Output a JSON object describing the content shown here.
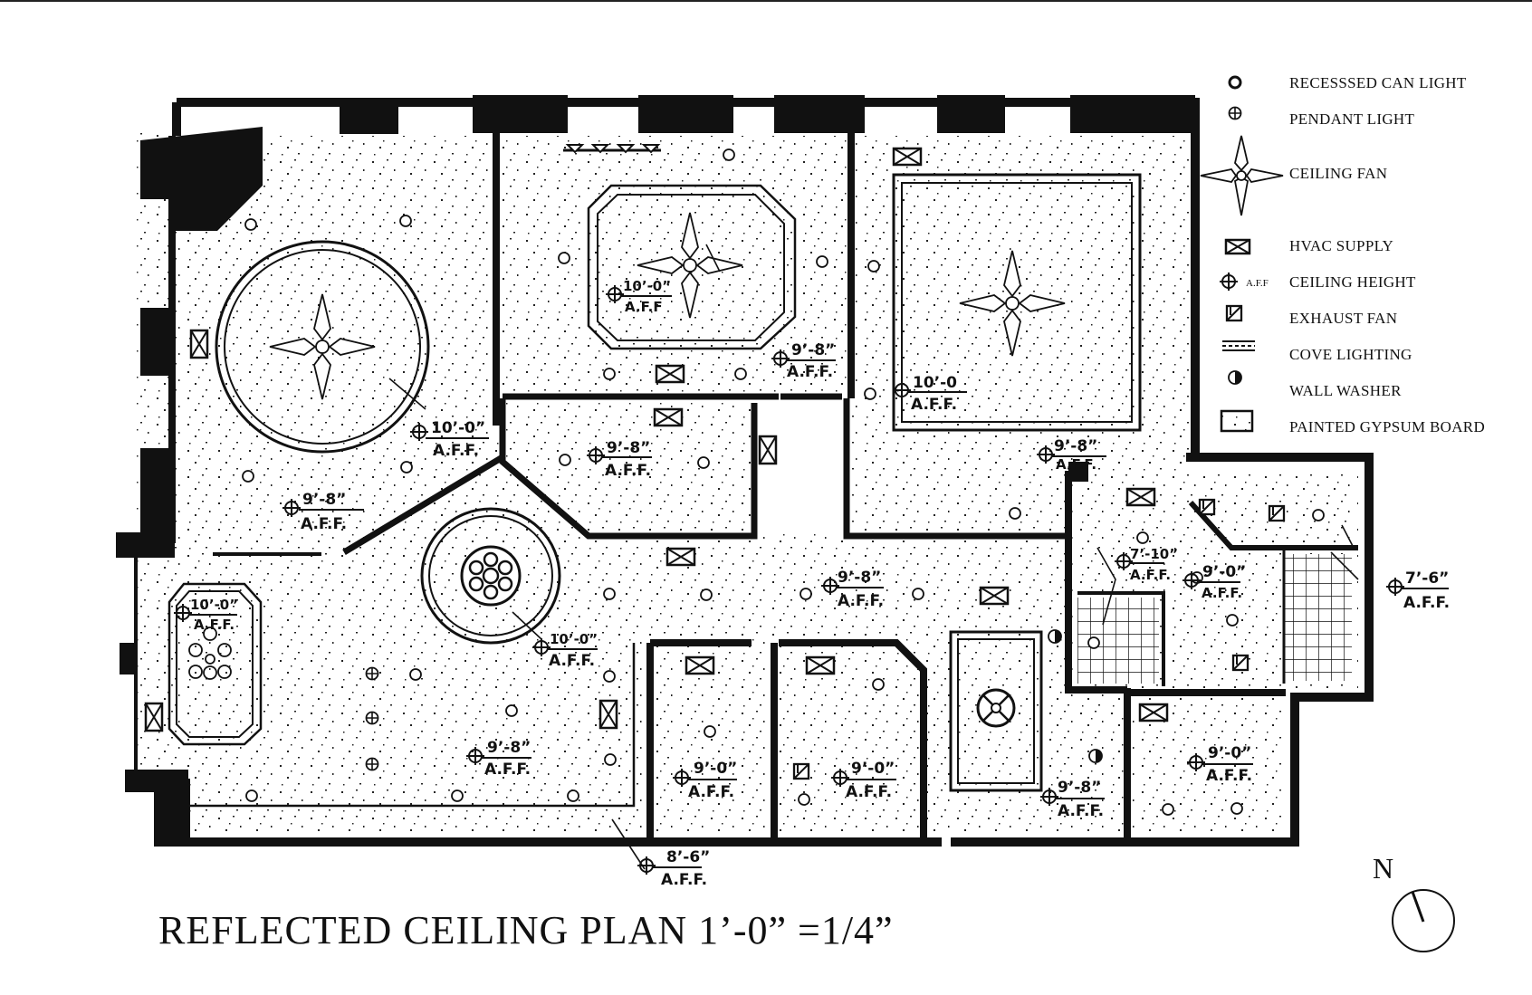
{
  "title": "REFLECTED CEILING PLAN 1’-0” =1/4”",
  "north_label": "N",
  "legend": {
    "recessed_can_light": "RECESSSED CAN LIGHT",
    "pendant_light": "PENDANT LIGHT",
    "ceiling_fan": "CEILING FAN",
    "hvac_supply": "HVAC SUPPLY",
    "ceiling_height_symbol": "A.F.F",
    "ceiling_height": "CEILING HEIGHT",
    "exhaust_fan": "EXHAUST FAN",
    "cove_lighting": "COVE LIGHTING",
    "wall_washer": "WALL WASHER",
    "painted_gypsum_board": "PAINTED GYPSUM BOARD"
  },
  "heights": {
    "living_dome": "10’-0”",
    "living_aff": "A.F.F.",
    "living_room": "9’-8”",
    "living_room_aff": "A.F.F.",
    "dining_tray": "10’-0”",
    "dining_tray_aff": "A.F.F",
    "dining_room": "9’-8”",
    "dining_room_aff": "A.F.F.",
    "bedroom_tray": "10’-0",
    "bedroom_tray_aff": "A.F.F.",
    "bedroom": "9’-8”",
    "bedroom_aff": "A.F.F.",
    "hall": "9’-8”",
    "hall_aff": "A.F.F.",
    "corridor": "9’-8”",
    "corridor_aff": "A.F.F.",
    "foyer_dome": "10’-0”",
    "foyer_dome_aff": "A.F.F.",
    "west_tray": "10’-0”",
    "west_tray_aff": "A.F.F.",
    "west": "9’-8”",
    "west_aff": "A.F.F.",
    "closet1": "9’-0”",
    "closet1_aff": "A.F.F.",
    "closet2": "9’-0”",
    "closet2_aff": "A.F.F.",
    "kitchen": "9’-8”",
    "kitchen_aff": "A.F.F.",
    "shower": "7’-10”",
    "shower_aff": "A.F.F.",
    "bath": "9’-0”",
    "bath_aff": "A.F.F.",
    "bath_ext": "7’-6”",
    "bath_ext_aff": "A.F.F.",
    "se_room": "9’-0”",
    "se_room_aff": "A.F.F.",
    "porch": "8’-6”",
    "porch_aff": "A.F.F."
  }
}
